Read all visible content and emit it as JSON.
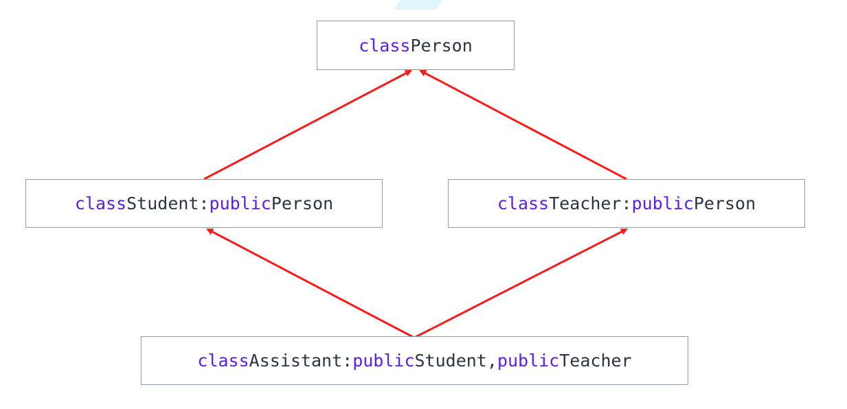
{
  "colors": {
    "keyword": "#5a1fe8",
    "text": "#2b3440",
    "box_border": "#8f99a8",
    "arrow": "#ff1a1a"
  },
  "boxes": {
    "person": {
      "parts": [
        {
          "text": "class",
          "kind": "keyword"
        },
        {
          "text": " Person",
          "kind": "text"
        }
      ]
    },
    "student": {
      "parts": [
        {
          "text": "class",
          "kind": "keyword"
        },
        {
          "text": " Student:",
          "kind": "text"
        },
        {
          "text": "public",
          "kind": "keyword"
        },
        {
          "text": " Person",
          "kind": "text"
        }
      ]
    },
    "teacher": {
      "parts": [
        {
          "text": "class",
          "kind": "keyword"
        },
        {
          "text": " Teacher:",
          "kind": "text"
        },
        {
          "text": "public",
          "kind": "keyword"
        },
        {
          "text": " Person",
          "kind": "text"
        }
      ]
    },
    "assistant": {
      "parts": [
        {
          "text": "class",
          "kind": "keyword"
        },
        {
          "text": " Assistant:",
          "kind": "text"
        },
        {
          "text": "public",
          "kind": "keyword"
        },
        {
          "text": " Student,",
          "kind": "text"
        },
        {
          "text": "public",
          "kind": "keyword"
        },
        {
          "text": " Teacher",
          "kind": "text"
        }
      ]
    }
  },
  "edges": [
    {
      "from": "student",
      "to": "person"
    },
    {
      "from": "teacher",
      "to": "person"
    },
    {
      "from": "assistant",
      "to": "student"
    },
    {
      "from": "assistant",
      "to": "teacher"
    }
  ]
}
